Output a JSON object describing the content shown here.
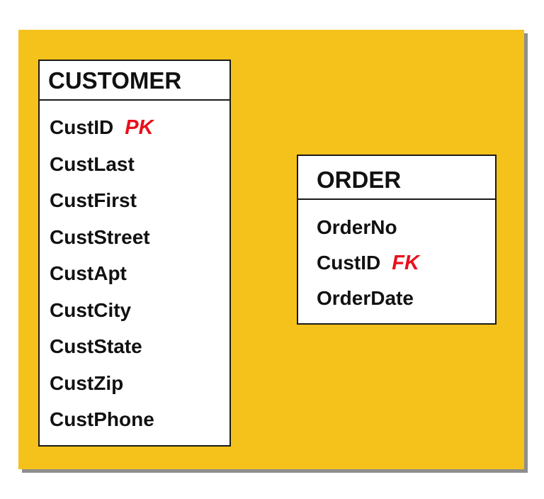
{
  "colors": {
    "background": "#f5c21b",
    "key_tag": "#e8101c",
    "border": "#1a1a1a"
  },
  "entities": {
    "customer": {
      "name": "CUSTOMER",
      "attributes": [
        {
          "name": "CustID",
          "key": "PK"
        },
        {
          "name": "CustLast",
          "key": ""
        },
        {
          "name": "CustFirst",
          "key": ""
        },
        {
          "name": "CustStreet",
          "key": ""
        },
        {
          "name": "CustApt",
          "key": ""
        },
        {
          "name": "CustCity",
          "key": ""
        },
        {
          "name": "CustState",
          "key": ""
        },
        {
          "name": "CustZip",
          "key": ""
        },
        {
          "name": "CustPhone",
          "key": ""
        }
      ]
    },
    "order": {
      "name": "ORDER",
      "attributes": [
        {
          "name": "OrderNo",
          "key": ""
        },
        {
          "name": "CustID",
          "key": "FK"
        },
        {
          "name": "OrderDate",
          "key": ""
        }
      ]
    }
  }
}
